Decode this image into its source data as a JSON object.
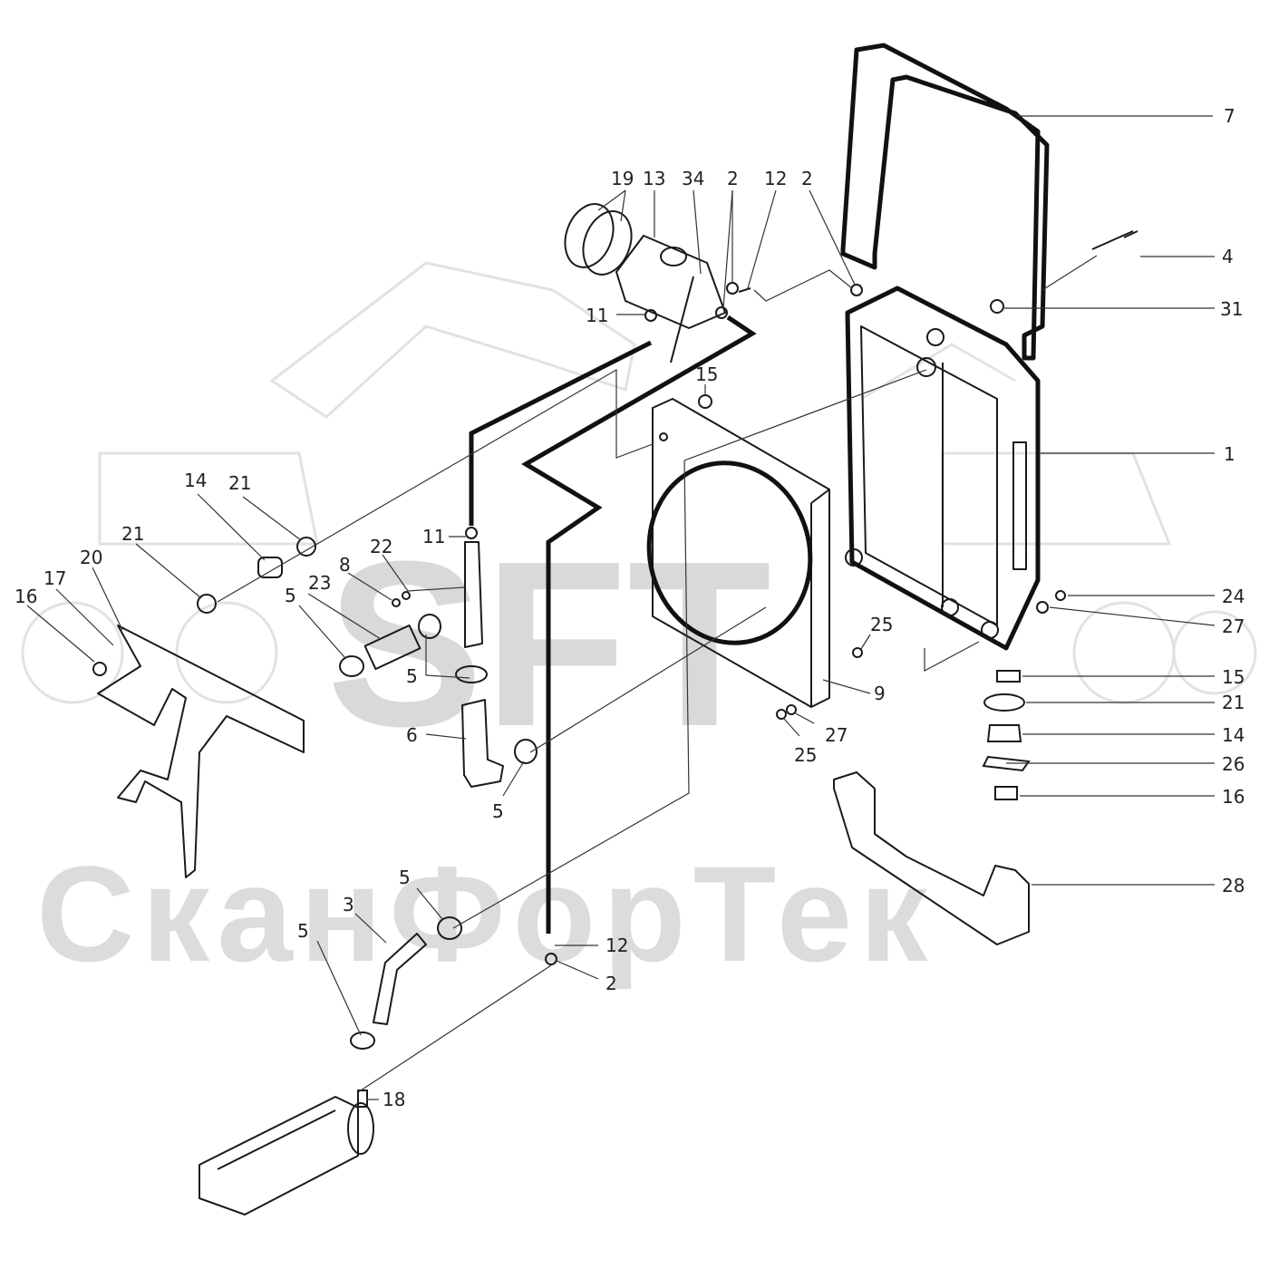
{
  "watermark": {
    "logo_text": "SFT",
    "brand_text": "СканФорТек"
  },
  "callouts": [
    {
      "id": "c-7",
      "text": "7"
    },
    {
      "id": "c-4",
      "text": "4"
    },
    {
      "id": "c-31",
      "text": "31"
    },
    {
      "id": "c-1",
      "text": "1"
    },
    {
      "id": "c-24",
      "text": "24"
    },
    {
      "id": "c-27a",
      "text": "27"
    },
    {
      "id": "c-15a",
      "text": "15"
    },
    {
      "id": "c-21a",
      "text": "21"
    },
    {
      "id": "c-14a",
      "text": "14"
    },
    {
      "id": "c-26",
      "text": "26"
    },
    {
      "id": "c-16a",
      "text": "16"
    },
    {
      "id": "c-28",
      "text": "28"
    },
    {
      "id": "c-19",
      "text": "19"
    },
    {
      "id": "c-13",
      "text": "13"
    },
    {
      "id": "c-34",
      "text": "34"
    },
    {
      "id": "c-2a",
      "text": "2"
    },
    {
      "id": "c-12a",
      "text": "12"
    },
    {
      "id": "c-2b",
      "text": "2"
    },
    {
      "id": "c-11a",
      "text": "11"
    },
    {
      "id": "c-15b",
      "text": "15"
    },
    {
      "id": "c-21b",
      "text": "21"
    },
    {
      "id": "c-14b",
      "text": "14"
    },
    {
      "id": "c-21c",
      "text": "21"
    },
    {
      "id": "c-20",
      "text": "20"
    },
    {
      "id": "c-17",
      "text": "17"
    },
    {
      "id": "c-16b",
      "text": "16"
    },
    {
      "id": "c-11b",
      "text": "11"
    },
    {
      "id": "c-22",
      "text": "22"
    },
    {
      "id": "c-8",
      "text": "8"
    },
    {
      "id": "c-23",
      "text": "23"
    },
    {
      "id": "c-5a",
      "text": "5"
    },
    {
      "id": "c-5b",
      "text": "5"
    },
    {
      "id": "c-6",
      "text": "6"
    },
    {
      "id": "c-5c",
      "text": "5"
    },
    {
      "id": "c-25a",
      "text": "25"
    },
    {
      "id": "c-9",
      "text": "9"
    },
    {
      "id": "c-27b",
      "text": "27"
    },
    {
      "id": "c-25b",
      "text": "25"
    },
    {
      "id": "c-5d",
      "text": "5"
    },
    {
      "id": "c-3",
      "text": "3"
    },
    {
      "id": "c-5e",
      "text": "5"
    },
    {
      "id": "c-12b",
      "text": "12"
    },
    {
      "id": "c-2c",
      "text": "2"
    },
    {
      "id": "c-18",
      "text": "18"
    }
  ]
}
